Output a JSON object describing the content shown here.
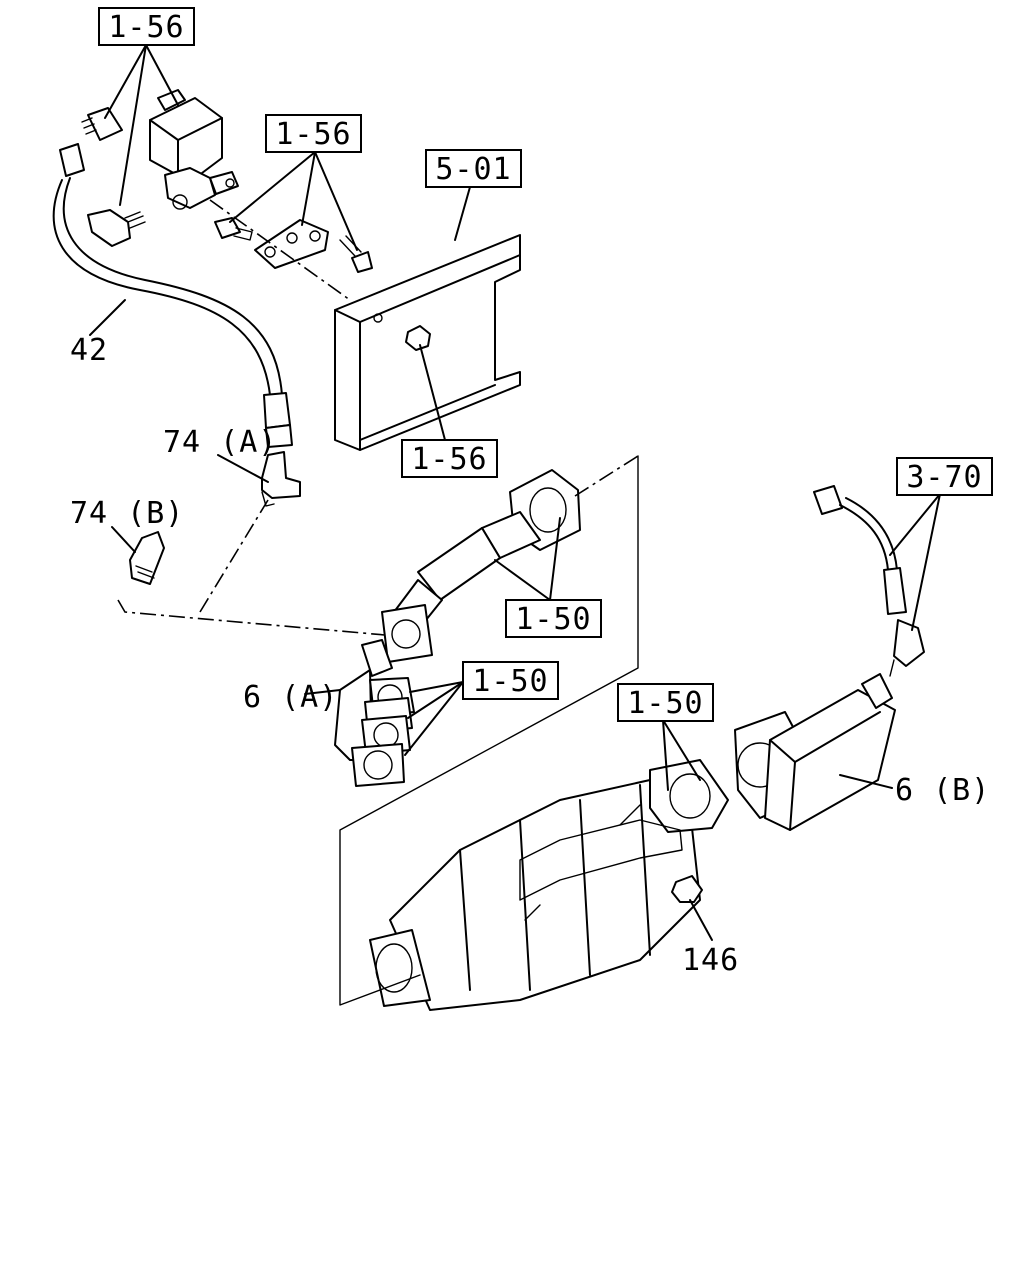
{
  "callouts": {
    "c_1_56_top": "1-56",
    "c_1_56_bracket": "1-56",
    "c_5_01": "5-01",
    "c_1_56_nut": "1-56",
    "c_3_70": "3-70",
    "c_1_50_pipe": "1-50",
    "c_1_50_gaskets": "1-50",
    "c_1_50_dpf": "1-50"
  },
  "labels": {
    "l_42": "42",
    "l_74a": "74 (A)",
    "l_74b": "74 (B)",
    "l_6a": "6 (A)",
    "l_6b": "6 (B)",
    "l_146": "146"
  }
}
